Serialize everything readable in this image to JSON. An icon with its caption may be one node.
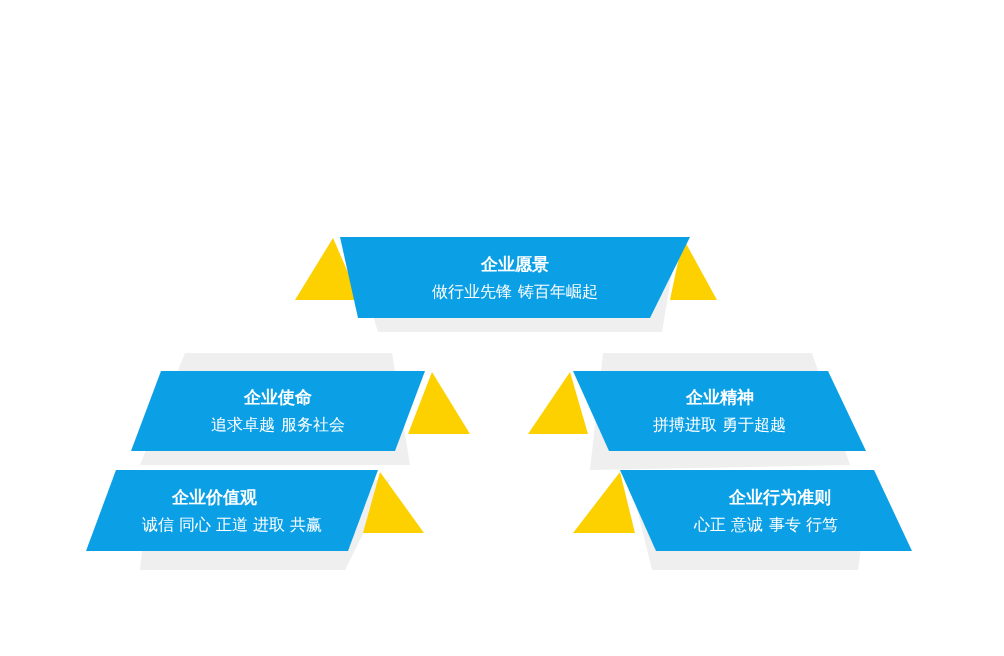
{
  "diagram": {
    "nodes": [
      {
        "text": [
          "企业愿景",
          "做行业先锋 铸百年崛起"
        ]
      },
      {
        "text": [
          "企业使命",
          "追求卓越 服务社会"
        ]
      },
      {
        "text": [
          "企业价值观",
          "诚信 同心 正道 进取 共赢"
        ]
      },
      {
        "text": [
          "企业精神",
          "拼搏进取 勇于超越"
        ]
      },
      {
        "text": [
          "企业行为准则",
          "心正 意诚 事专 行笃"
        ]
      }
    ]
  }
}
